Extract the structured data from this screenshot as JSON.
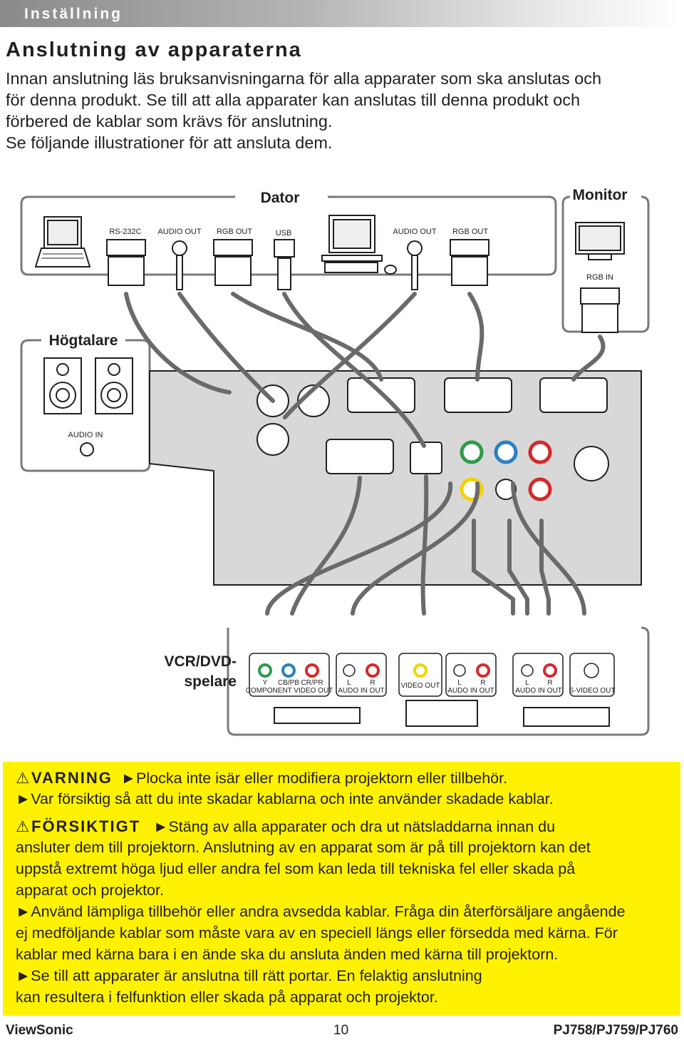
{
  "header": {
    "section_label": "Inställning"
  },
  "title": "Anslutning av apparaterna",
  "intro": {
    "line1": "Innan anslutning läs bruksanvisningarna för alla apparater som ska anslutas och",
    "line2": "för denna produkt. Se till att alla apparater kan anslutas till denna produkt och",
    "line3": "förbered de kablar som krävs för anslutning.",
    "line4": "Se följande illustrationer för att ansluta dem."
  },
  "diagram": {
    "computer_label": "Dator",
    "monitor_label": "Monitor",
    "speakers_label": "Högtalare",
    "vcr_label_line1": "VCR/DVD-",
    "vcr_label_line2": "spelare",
    "laptop_ports": [
      "RS-232C",
      "AUDIO OUT",
      "RGB OUT",
      "USB"
    ],
    "desktop_ports": [
      "AUDIO OUT",
      "RGB OUT"
    ],
    "monitor_port": "RGB IN",
    "speaker_port": "AUDIO IN",
    "component_port_letters": [
      "Y",
      "CB/PB",
      "CR/PR"
    ],
    "component_caption": "COMPONENT VIDEO OUT",
    "lr_letters": [
      "L",
      "R"
    ],
    "audio_in_out": "AUDO IN OUT",
    "video_out": "VIDEO OUT",
    "svideo_out": "S-VIDEO OUT",
    "colors": {
      "yellow": "#f2d200",
      "green": "#2e9b4b",
      "blue": "#2a7fc1",
      "red": "#d42a2a",
      "white": "#ffffff"
    }
  },
  "warnings": {
    "warning_heading": "VARNING",
    "warning_line1": "►Plocka inte isär eller modifiera projektorn eller tillbehör.",
    "warning_line2": "►Var försiktig så att du inte skadar kablarna och inte använder skadade kablar.",
    "caution_heading": "FÖRSIKTIGT",
    "caution_line1": "►Stäng av alla apparater och dra ut nätsladdarna innan du",
    "caution_line2": "ansluter dem till projektorn. Anslutning av en apparat som är på till projektorn kan det",
    "caution_line3": "uppstå extremt höga ljud eller andra fel som kan leda till tekniska fel eller skada på",
    "caution_line4": "apparat och projektor.",
    "caution_line5": "►Använd lämpliga tillbehör eller andra avsedda kablar. Fråga din återförsäljare angående",
    "caution_line6": "ej medföljande kablar som måste vara av en speciell längs eller försedda med kärna. För",
    "caution_line7": "kablar med kärna bara i en ände ska du ansluta änden med kärna till projektorn.",
    "caution_line8": "►Se till att apparater är anslutna till rätt portar. En felaktig anslutning",
    "caution_line9": "kan resultera i felfunktion eller skada på apparat och projektor.",
    "box_color": "#fff200"
  },
  "footer": {
    "brand": "ViewSonic",
    "page_number": "10",
    "model": "PJ758/PJ759/PJ760"
  }
}
